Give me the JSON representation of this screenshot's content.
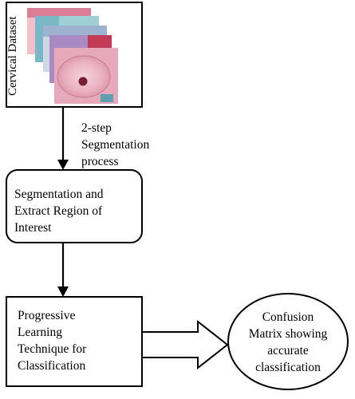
{
  "dataset_box": {
    "label": "Cervical Dataset"
  },
  "edge_1": {
    "label": "2-step\nSegmentation\nprocess"
  },
  "step_segmentation": {
    "label": "Segmentation and\nExtract Region of\nInterest"
  },
  "step_learning": {
    "label": "Progressive\nLearning\nTechnique for\nClassification"
  },
  "result_ellipse": {
    "label": "Confusion\nMatrix showing\naccurate\nclassification"
  },
  "colors": {
    "stroke": "#000000",
    "cell_pink": "#e8a3b4",
    "cell_blue": "#8ec5cf",
    "cell_purple": "#a07fb8",
    "cell_red": "#b8324b"
  }
}
